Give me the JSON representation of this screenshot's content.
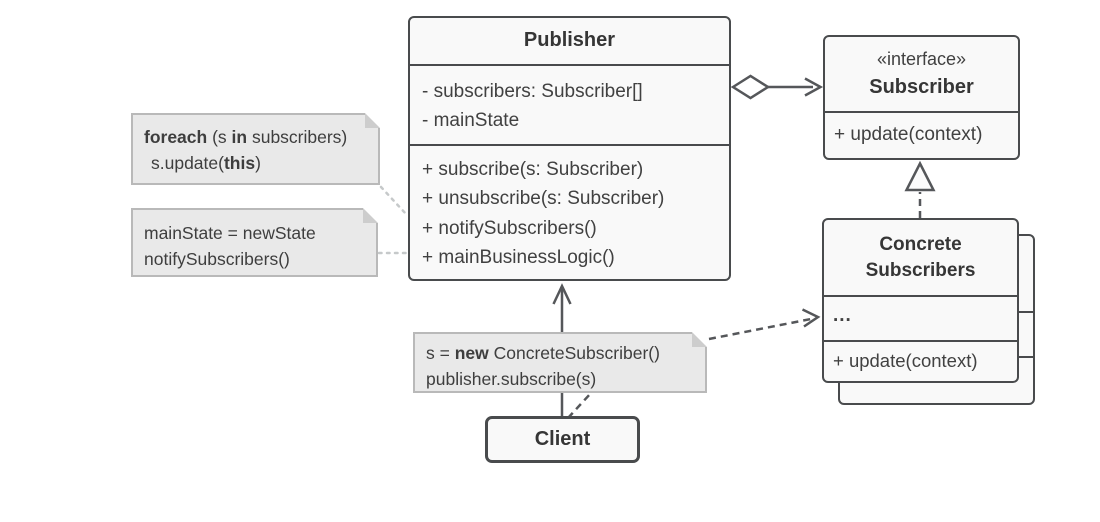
{
  "colors": {
    "box_border": "#494b4d",
    "box_fill": "#f9f9f9",
    "note_fill": "#e9e9e9",
    "note_border": "#b9b9b9",
    "connector": "#55575a",
    "dotted_connector": "#c6c9ca",
    "text": "#414141",
    "background": "#ffffff"
  },
  "publisher": {
    "title": "Publisher",
    "attributes": [
      "- subscribers: Subscriber[]",
      "- mainState"
    ],
    "methods": [
      "+ subscribe(s: Subscriber)",
      "+ unsubscribe(s: Subscriber)",
      "+ notifySubscribers()",
      "+ mainBusinessLogic()"
    ]
  },
  "subscriber": {
    "stereotype": "«interface»",
    "title": "Subscriber",
    "method": "+ update(context)"
  },
  "concrete_subscribers": {
    "title_line1": "Concrete",
    "title_line2": "Subscribers",
    "ellipsis": "...",
    "method": "+ update(context)"
  },
  "client": {
    "title": "Client"
  },
  "notes": {
    "foreach_note": {
      "kw_foreach": "foreach",
      "seg1": " (s ",
      "kw_in": "in",
      "seg2": " subscribers)",
      "line2_pre": "s.update(",
      "kw_this": "this",
      "line2_post": ")"
    },
    "mainstate_note": {
      "line1": "mainState = newState",
      "line2": "notifySubscribers()"
    },
    "client_note": {
      "seg1": "s = ",
      "kw_new": "new",
      "seg2": " ConcreteSubscriber()",
      "line2": "publisher.subscribe(s)"
    }
  }
}
